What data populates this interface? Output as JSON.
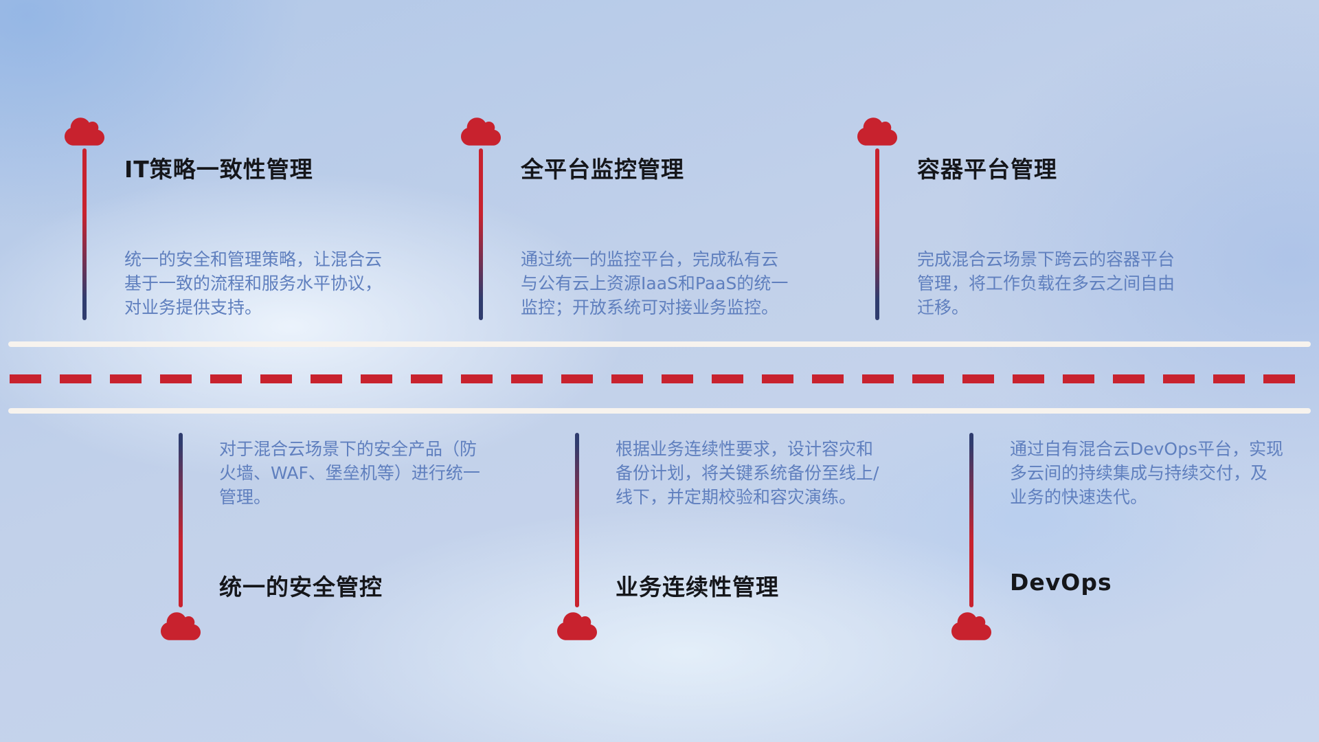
{
  "colors": {
    "accent_red": "#c8222e",
    "line_navy": "#2f3c6e",
    "title_color": "#15161a",
    "desc_color": "#5f7fbe",
    "road_line_color": "#f7f3ee"
  },
  "top_items": [
    {
      "title": "IT策略一致性管理",
      "description": "统一的安全和管理策略，让混合云基于一致的流程和服务水平协议，对业务提供支持。"
    },
    {
      "title": "全平台监控管理",
      "description": "通过统一的监控平台，完成私有云与公有云上资源IaaS和PaaS的统一监控；开放系统可对接业务监控。"
    },
    {
      "title": "容器平台管理",
      "description": "完成混合云场景下跨云的容器平台管理，将工作负载在多云之间自由迁移。"
    }
  ],
  "bottom_items": [
    {
      "title": "统一的安全管控",
      "description": "对于混合云场景下的安全产品（防火墙、WAF、堡垒机等）进行统一管理。"
    },
    {
      "title": "业务连续性管理",
      "description": "根据业务连续性要求，设计容灾和备份计划，将关键系统备份至线上/线下，并定期校验和容灾演练。"
    },
    {
      "title": "DevOps",
      "description": "通过自有混合云DevOps平台，实现多云间的持续集成与持续交付，及业务的快速迭代。"
    }
  ]
}
